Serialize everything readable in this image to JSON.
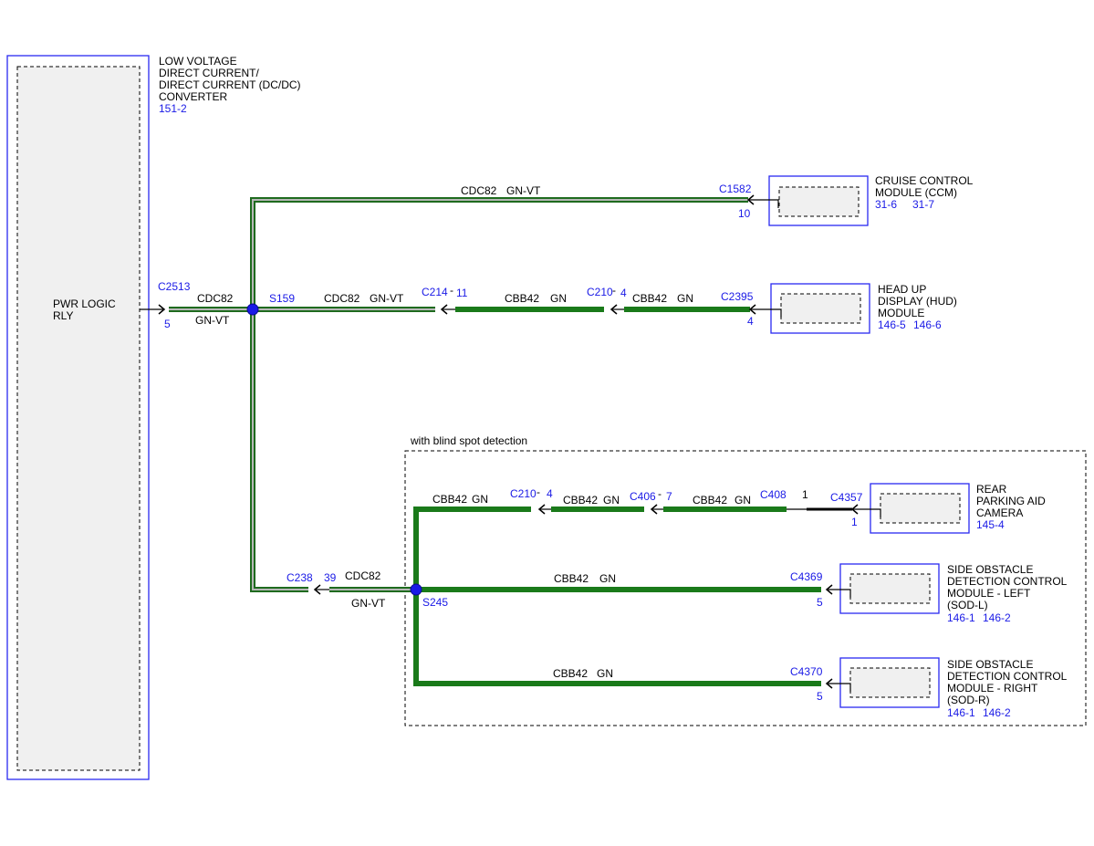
{
  "components": {
    "dcdc": {
      "title": [
        "LOW VOLTAGE",
        "DIRECT CURRENT/",
        "DIRECT CURRENT (DC/DC)",
        "CONVERTER"
      ],
      "ref": "151-2",
      "internal_label": [
        "PWR LOGIC",
        "RLY"
      ]
    },
    "ccm": {
      "title": [
        "CRUISE CONTROL",
        "MODULE (CCM)"
      ],
      "refs": [
        "31-6",
        "31-7"
      ]
    },
    "hud": {
      "title": [
        "HEAD UP",
        "DISPLAY (HUD)",
        "MODULE"
      ],
      "refs": [
        "146-5",
        "146-6"
      ]
    },
    "camera": {
      "title": [
        "REAR",
        "PARKING AID",
        "CAMERA"
      ],
      "refs": [
        "145-4"
      ]
    },
    "sod_l": {
      "title": [
        "SIDE OBSTACLE",
        "DETECTION CONTROL",
        "MODULE - LEFT",
        "(SOD-L)"
      ],
      "refs": [
        "146-1",
        "146-2"
      ]
    },
    "sod_r": {
      "title": [
        "SIDE OBSTACLE",
        "DETECTION CONTROL",
        "MODULE - RIGHT",
        "(SOD-R)"
      ],
      "refs": [
        "146-1",
        "146-2"
      ]
    }
  },
  "option_label": "with blind spot detection",
  "splices": {
    "s159": "S159",
    "s245": "S245"
  },
  "connectors": {
    "c2513": {
      "id": "C2513",
      "pin": "5"
    },
    "c1582": {
      "id": "C1582",
      "pin": "10"
    },
    "c214": {
      "id": "C214",
      "pin": "11"
    },
    "c210_hud": {
      "id": "C210",
      "pin": "4"
    },
    "c2395": {
      "id": "C2395",
      "pin": "4"
    },
    "c210_cam": {
      "id": "C210",
      "pin": "4"
    },
    "c406": {
      "id": "C406",
      "pin": "7"
    },
    "c408": {
      "id": "C408",
      "pin": "1"
    },
    "c4357": {
      "id": "C4357",
      "pin": "1"
    },
    "c238": {
      "id": "C238",
      "pin": "39"
    },
    "c4369": {
      "id": "C4369",
      "pin": "5"
    },
    "c4370": {
      "id": "C4370",
      "pin": "5"
    }
  },
  "wire_labels": {
    "main_circuit": "CDC82",
    "main_color": "GN-VT",
    "branch_circuit": "CBB42",
    "branch_color": "GN"
  },
  "colors": {
    "wire_gn_vt": "#1f6b1f",
    "wire_gn_vt_stripe": "#b8b8b8",
    "wire_gn": "#1a7a1a",
    "splice": "#1a1ae6",
    "component_border": "#2a2af0",
    "reference_text": "#1a1ae6"
  }
}
